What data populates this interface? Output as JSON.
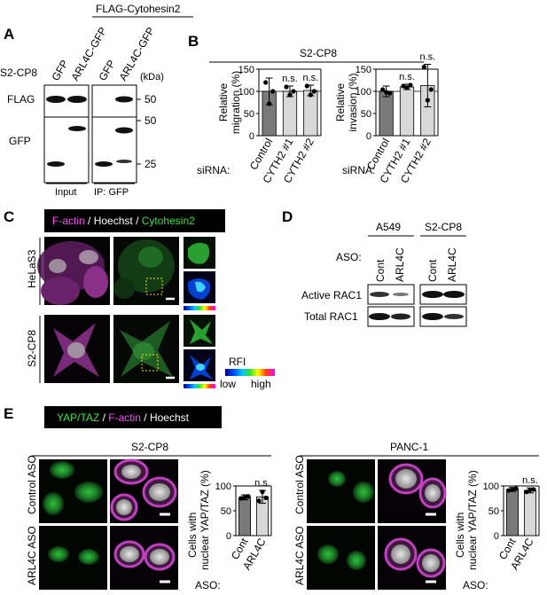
{
  "panel_labels": {
    "a": "A",
    "b": "B",
    "c": "C",
    "d": "D",
    "e": "E"
  },
  "panel_a": {
    "header": "FLAG-Cytohesin2",
    "cell_line": "S2-CP8",
    "lanes": [
      "GFP",
      "ARL4C-GFP",
      "GFP",
      "ARL4C-GFP"
    ],
    "kda_label": "(kDa)",
    "rows": [
      {
        "name": "FLAG",
        "markers": [
          "50"
        ]
      },
      {
        "name": "GFP",
        "markers": [
          "50",
          "25"
        ]
      }
    ],
    "footer": [
      "Input",
      "IP: GFP"
    ]
  },
  "panel_b": {
    "header": "S2-CP8",
    "sirna_label": "siRNA:",
    "ns": "n.s.",
    "x_labels": [
      "Control",
      "CYTH2 #1",
      "CYTH2 #2"
    ],
    "colors": {
      "control": "#7a7a7a",
      "treated": "#d8d8d8"
    }
  },
  "panel_c": {
    "legend": {
      "factin": "F-actin",
      "sep": " / ",
      "hoechst": "Hoechst",
      "cyto": "Cytohesin2"
    },
    "rows": [
      "HeLaS3",
      "S2-CP8"
    ],
    "rfi": {
      "title": "RFI",
      "low": "low",
      "high": "high"
    }
  },
  "panel_d": {
    "groups": [
      "A549",
      "S2-CP8"
    ],
    "aso_label": "ASO:",
    "lanes": [
      "Cont",
      "ARL4C",
      "Cont",
      "ARL4C"
    ],
    "rows": [
      "Active RAC1",
      "Total RAC1"
    ]
  },
  "panel_e": {
    "legend": {
      "yap": "YAP/TAZ",
      "sep": " / ",
      "factin": "F-actin",
      "sep2": " / ",
      "hoechst": "Hoechst"
    },
    "groups": [
      "S2-CP8",
      "PANC-1"
    ],
    "rows": [
      "Control ASO",
      "ARL4C ASO"
    ],
    "aso_label": "ASO:",
    "ns": "n.s.",
    "x_labels": [
      "Cont",
      "ARL4C"
    ],
    "ylabel_line1": "Cells with",
    "ylabel_line2": "nuclear YAP/TAZ (%)"
  },
  "chart_data": [
    {
      "type": "bar",
      "title": "S2-CP8",
      "ylabel": "Relative migration (%)",
      "categories": [
        "Control",
        "CYTH2 #1",
        "CYTH2 #2"
      ],
      "values": [
        100,
        100,
        102
      ],
      "errors": [
        30,
        12,
        12
      ],
      "points": [
        [
          120,
          100,
          72
        ],
        [
          110,
          100,
          92
        ],
        [
          112,
          100,
          92
        ]
      ],
      "yticks": [
        0,
        50,
        100,
        150
      ],
      "ylim": [
        0,
        150
      ],
      "annotations": [
        "n.s.",
        "n.s."
      ]
    },
    {
      "type": "bar",
      "title": "S2-CP8",
      "ylabel": "Relative invasion (%)",
      "categories": [
        "Control",
        "CYTH2 #1",
        "CYTH2 #2"
      ],
      "values": [
        100,
        110,
        113
      ],
      "errors": [
        12,
        6,
        48
      ],
      "points": [
        [
          104,
          96,
          98
        ],
        [
          112,
          114,
          108
        ],
        [
          155,
          104,
          80
        ]
      ],
      "yticks": [
        0,
        50,
        100,
        150
      ],
      "ylim": [
        0,
        150
      ],
      "annotations": [
        "n.s.",
        "n.s."
      ]
    },
    {
      "type": "bar",
      "title": "S2-CP8",
      "ylabel": "Cells with nuclear YAP/TAZ (%)",
      "categories": [
        "Cont",
        "ARL4C"
      ],
      "values": [
        77,
        78
      ],
      "errors": [
        5,
        13
      ],
      "points": [
        [
          75,
          79,
          77
        ],
        [
          70,
          76,
          88
        ]
      ],
      "yticks": [
        0,
        50,
        100
      ],
      "ylim": [
        0,
        100
      ],
      "annotations": [
        "n.s."
      ]
    },
    {
      "type": "bar",
      "title": "PANC-1",
      "ylabel": "Cells with nuclear YAP/TAZ (%)",
      "categories": [
        "Cont",
        "ARL4C"
      ],
      "values": [
        93,
        91
      ],
      "errors": [
        4,
        5
      ],
      "points": [
        [
          91,
          95,
          93
        ],
        [
          88,
          93,
          92
        ]
      ],
      "yticks": [
        0,
        50,
        100
      ],
      "ylim": [
        0,
        100
      ],
      "annotations": [
        "n.s."
      ]
    }
  ]
}
